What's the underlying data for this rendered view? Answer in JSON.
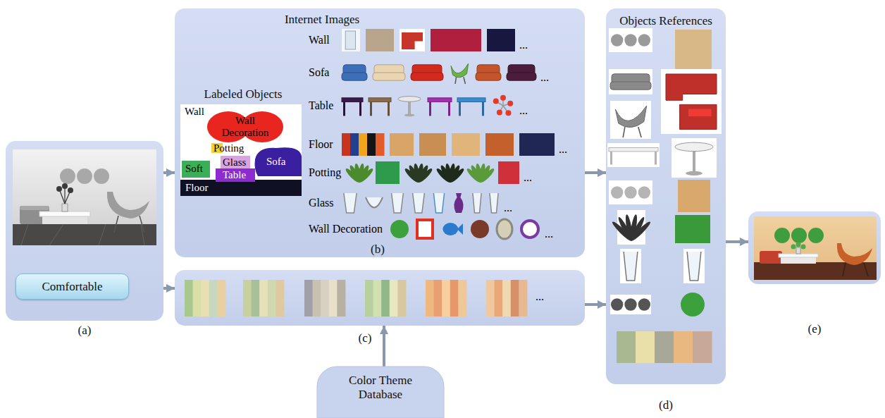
{
  "diagram": {
    "nodes": [
      {
        "text": [
          "(a)"
        ]
      },
      {
        "text": [
          "Comfortable"
        ],
        "in": 0
      },
      {
        "text": [
          "Internet Images",
          "(b)"
        ]
      },
      {
        "text": [
          "Labeled Objects"
        ],
        "in": 2
      },
      {
        "text": [
          "(c)"
        ]
      },
      {
        "text": [
          "Color Theme Database"
        ]
      },
      {
        "text": [
          "Objects References",
          "(d)"
        ]
      },
      {
        "text": [
          "(e)"
        ]
      }
    ],
    "edges": [
      {
        "from": 0,
        "to": 2,
        "arrow": "to"
      },
      {
        "from": 0,
        "to": 4,
        "arrow": "to"
      },
      {
        "from": 5,
        "to": 4,
        "arrow": "to"
      },
      {
        "from": 2,
        "to": 6,
        "arrow": "to"
      },
      {
        "from": 4,
        "to": 6,
        "arrow": "to"
      },
      {
        "from": 6,
        "to": 7,
        "arrow": "to"
      }
    ],
    "labels": [
      "Wall",
      "Wall Decoration",
      "Potting",
      "Glass",
      "Sofa",
      "Soft",
      "Table",
      "Floor",
      "Wall",
      "Sofa",
      "Table",
      "Floor",
      "Potting",
      "Glass",
      "Wall Decoration",
      "...",
      "...",
      "...",
      "...",
      "...",
      "...",
      "...",
      "..."
    ]
  }
}
